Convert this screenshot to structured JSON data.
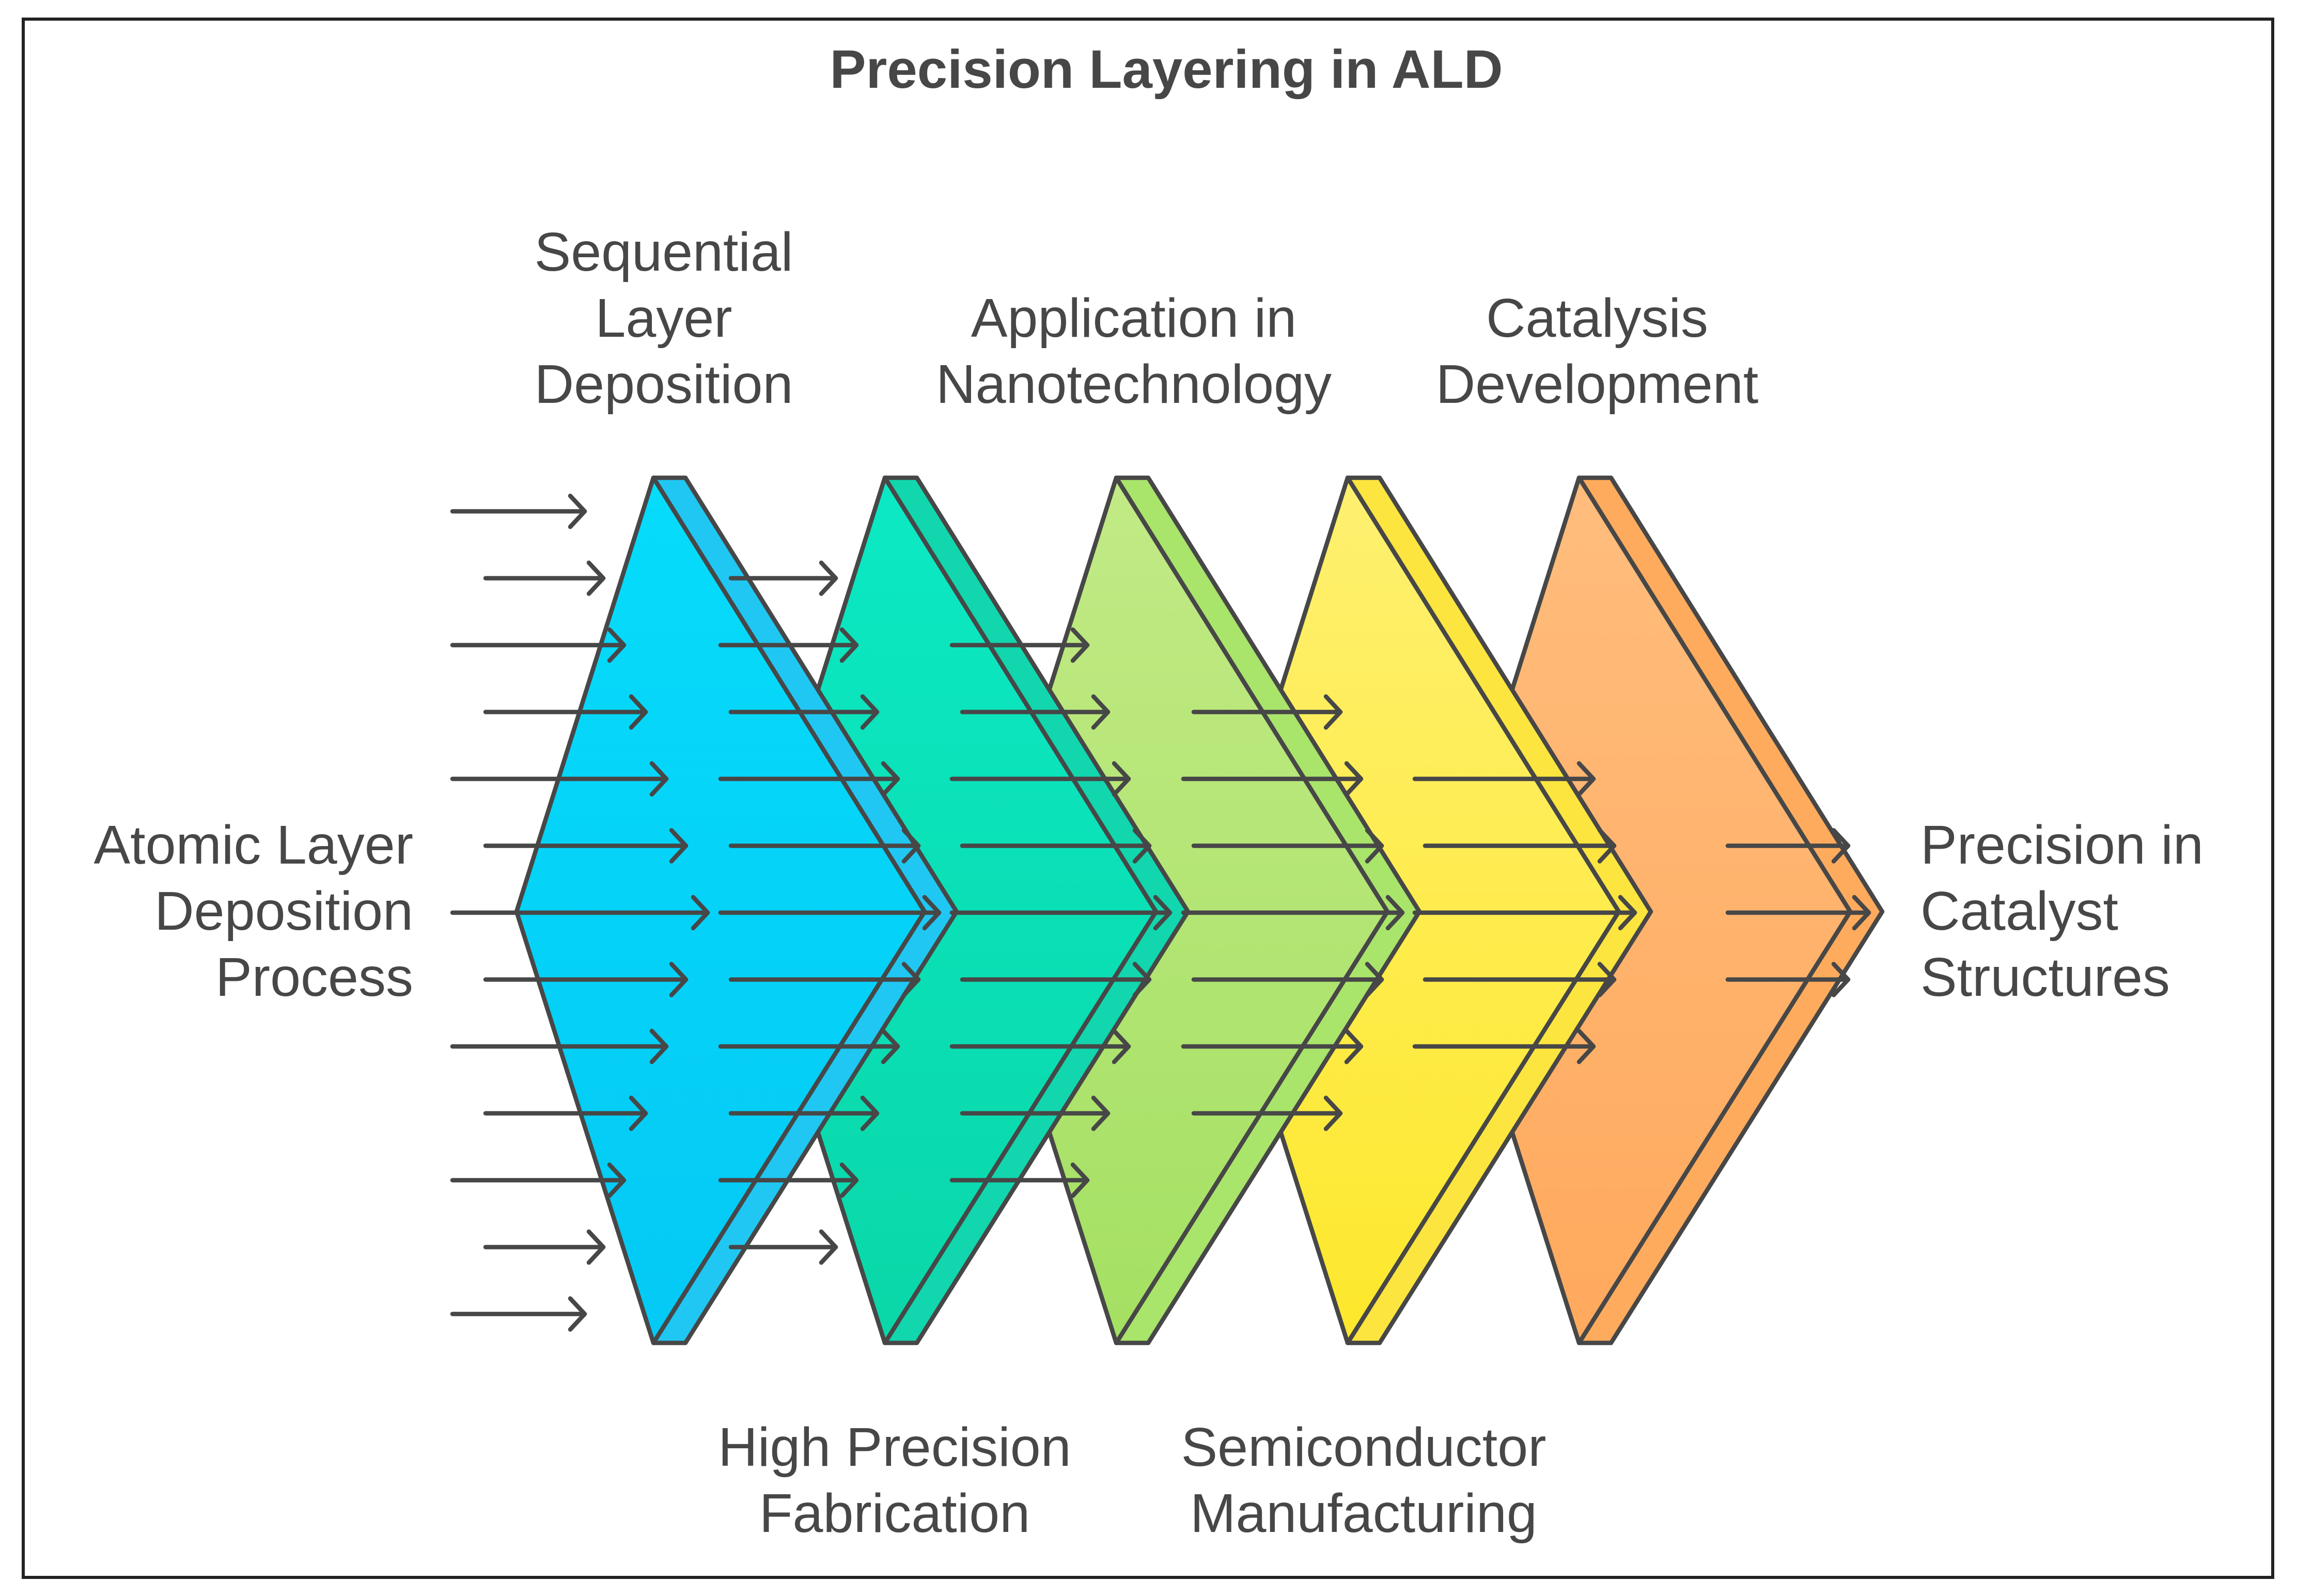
{
  "title": "Precision Layering in ALD",
  "input_label": [
    "Atomic Layer",
    "Deposition",
    "Process"
  ],
  "output_label": [
    "Precision in",
    "Catalyst",
    "Structures"
  ],
  "stages": [
    {
      "label": [
        "Sequential",
        "Layer",
        "Deposition"
      ],
      "label_side": "top",
      "colors": {
        "light": "#06dcfb",
        "dark": "#04c9f5",
        "side": "#20c7f2"
      }
    },
    {
      "label": [
        "High Precision",
        "Fabrication"
      ],
      "label_side": "bottom",
      "colors": {
        "light": "#0be9c4",
        "dark": "#0ad7a8",
        "side": "#12d6ad"
      }
    },
    {
      "label": [
        "Application in",
        "Nanotechnology"
      ],
      "label_side": "top",
      "colors": {
        "light": "#c2ea86",
        "dark": "#a4e062",
        "side": "#a9e46b"
      }
    },
    {
      "label": [
        "Semiconductor",
        "Manufacturing"
      ],
      "label_side": "bottom",
      "colors": {
        "light": "#fef070",
        "dark": "#fde82c",
        "side": "#fce53f"
      }
    },
    {
      "label": [
        "Catalysis",
        "Development"
      ],
      "label_side": "top",
      "colors": {
        "light": "#ffbd7d",
        "dark": "#ffa95d",
        "side": "#ffab5d"
      }
    }
  ]
}
